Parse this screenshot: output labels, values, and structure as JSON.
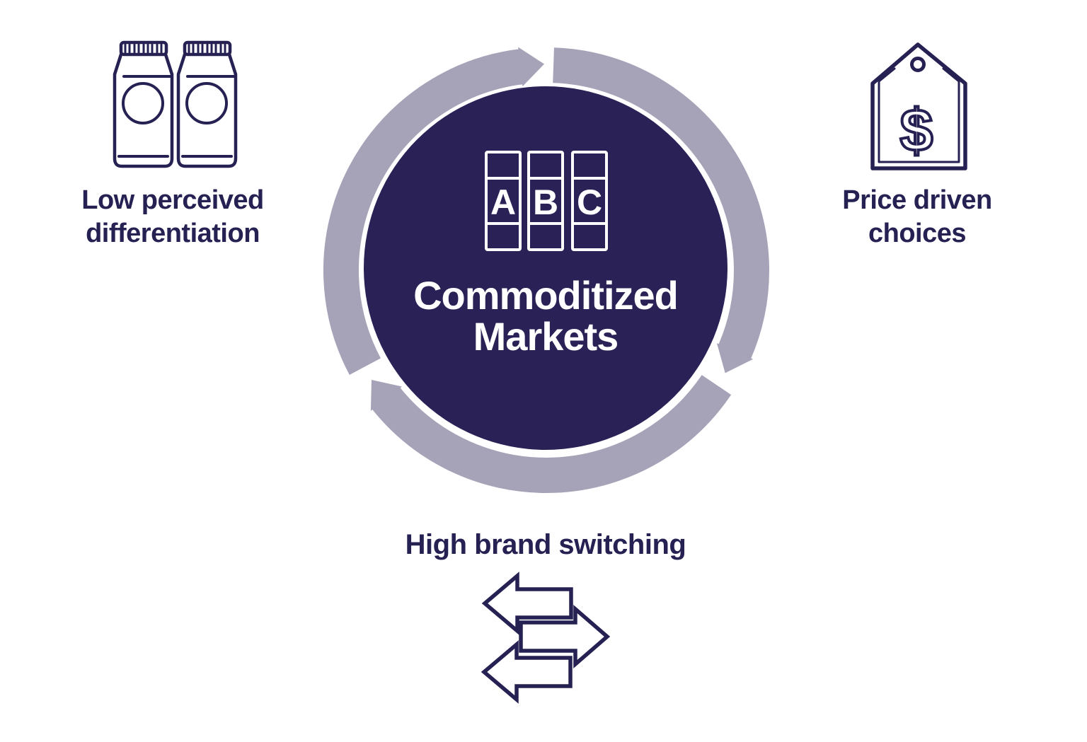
{
  "colors": {
    "navy_circle": "#2a2156",
    "ink": "#262153",
    "ring": "#a6a2b8",
    "white": "#ffffff"
  },
  "center": {
    "title_line1": "Commoditized",
    "title_line2": "Markets",
    "icon_letters": [
      "A",
      "B",
      "C"
    ]
  },
  "labels": {
    "top_left": {
      "line1": "Low perceived",
      "line2": "differentiation"
    },
    "top_right": {
      "line1": "Price driven",
      "line2": "choices"
    },
    "bottom": {
      "text": "High brand switching"
    }
  },
  "icons": {
    "tag_symbol": "$",
    "names": [
      "product-cartons-icon",
      "price-tag-icon",
      "switch-arrows-icon",
      "abc-shelf-icon",
      "cycle-ring-arrows"
    ]
  }
}
